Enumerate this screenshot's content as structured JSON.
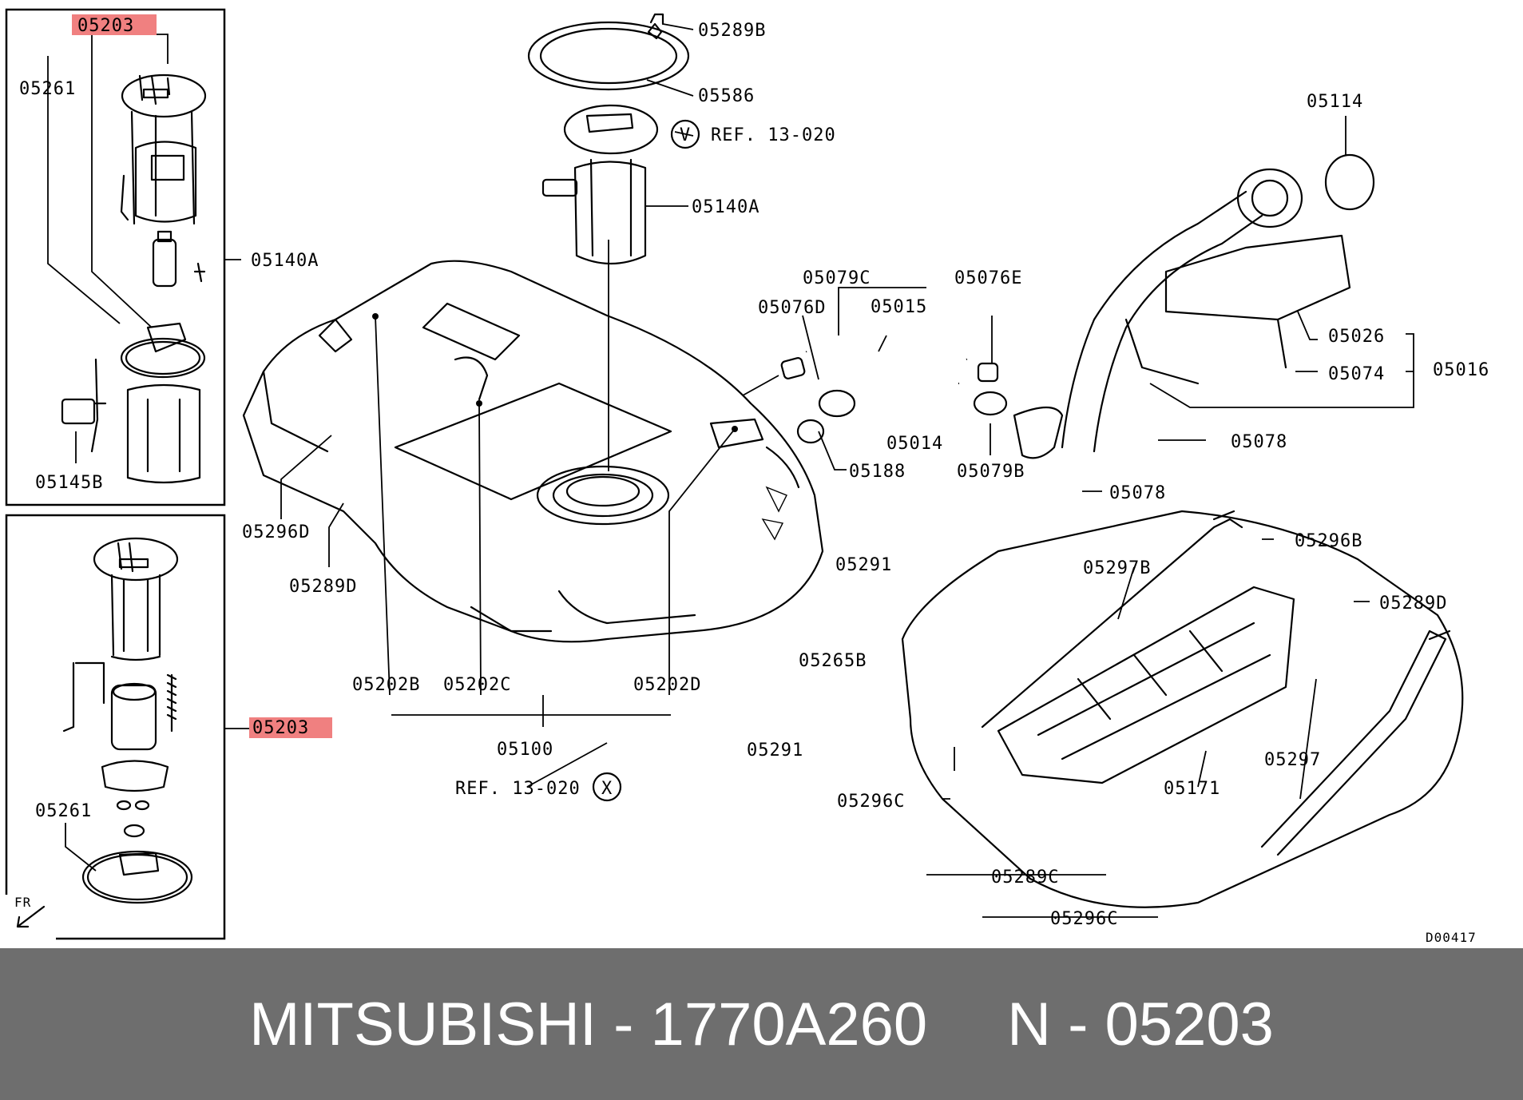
{
  "diagram": {
    "labels": {
      "l05203_top": "05203",
      "l05261_top": "05261",
      "l05140A_left": "05140A",
      "l05145B": "05145B",
      "l05203_mid": "05203",
      "l05261_bot": "05261",
      "fr": "FR",
      "l05289B": "05289B",
      "l05586": "05586",
      "refV": "REF. 13-020",
      "circleV": "V",
      "l05140A_center": "05140A",
      "l05296D": "05296D",
      "l05289D_left": "05289D",
      "l05202B": "05202B",
      "l05202C": "05202C",
      "l05202D": "05202D",
      "l05100": "05100",
      "refX": "REF. 13-020",
      "circleX": "X",
      "l05291_a": "05291",
      "l05265B": "05265B",
      "l05291_b": "05291",
      "l05076D": "05076D",
      "l05079C": "05079C",
      "l05015": "05015",
      "l05076E": "05076E",
      "l05014": "05014",
      "l05188": "05188",
      "l05079B": "05079B",
      "l05114": "05114",
      "l05026": "05026",
      "l05074": "05074",
      "l05016": "05016",
      "l05078_a": "05078",
      "l05078_b": "05078",
      "l05296B": "05296B",
      "l05289D_right": "05289D",
      "l05297B": "05297B",
      "l05297": "05297",
      "l05171": "05171",
      "l05296C_a": "05296C",
      "l05289C": "05289C",
      "l05296C_b": "05296C",
      "code": "D00417"
    },
    "highlight_color": "#f08080"
  },
  "footer": {
    "brand_part": "MITSUBISHI - 1770A260",
    "ref": "N - 05203",
    "background": "#6e6e6e",
    "text_color": "#ffffff"
  }
}
